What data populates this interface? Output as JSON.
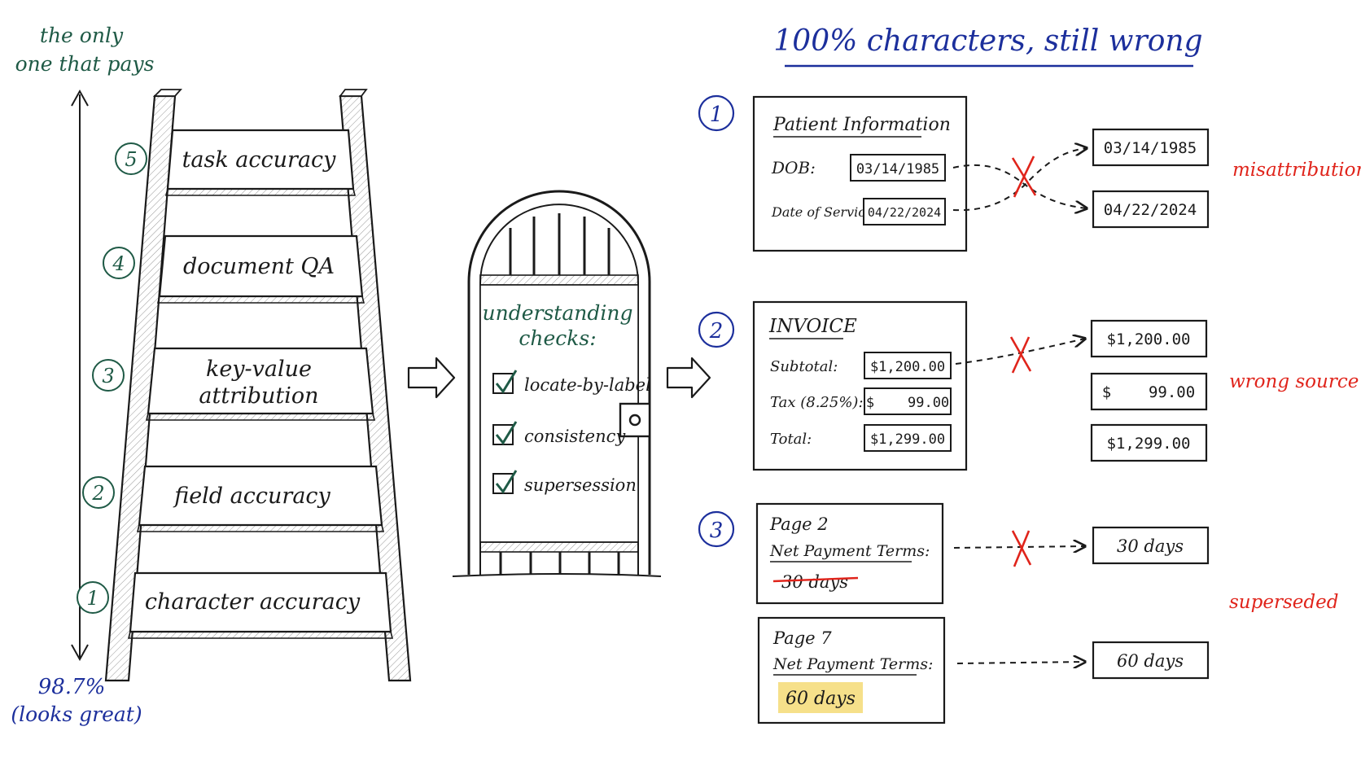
{
  "colors": {
    "ink": "#1a1a1a",
    "green": "#1f5a46",
    "blue": "#1c2f9c",
    "red": "#e0241b",
    "highlight": "#f6e08a"
  },
  "ladder": {
    "top_note_line1": "the only",
    "top_note_line2": "one that pays",
    "bottom_note_line1": "98.7%",
    "bottom_note_line2": "(looks great)",
    "rungs": [
      {
        "num": "5",
        "line1": "task accuracy",
        "line2": ""
      },
      {
        "num": "4",
        "line1": "document QA",
        "line2": ""
      },
      {
        "num": "3",
        "line1": "key-value",
        "line2": "attribution"
      },
      {
        "num": "2",
        "line1": "field accuracy",
        "line2": ""
      },
      {
        "num": "1",
        "line1": "character accuracy",
        "line2": ""
      }
    ]
  },
  "gate": {
    "title_line1": "understanding",
    "title_line2": "checks:",
    "checks": [
      "locate-by-label",
      "consistency",
      "supersession"
    ]
  },
  "heading": "100% characters, still wrong",
  "examples": {
    "ex1": {
      "num": "1",
      "card_title": "Patient Information",
      "dob_label": "DOB:",
      "dob_value": "03/14/1985",
      "dos_label": "Date of Service:",
      "dos_value": "04/22/2024",
      "out_top": "03/14/1985",
      "out_bottom": "04/22/2024",
      "tag": "misattribution"
    },
    "ex2": {
      "num": "2",
      "card_title": "INVOICE",
      "subtotal_label": "Subtotal:",
      "subtotal_value": "$1,200.00",
      "tax_label": "Tax (8.25%):",
      "tax_value": "$    99.00",
      "total_label": "Total:",
      "total_value": "$1,299.00",
      "out_1": "$1,200.00",
      "out_2": "$    99.00",
      "out_3": "$1,299.00",
      "tag": "wrong source"
    },
    "ex3": {
      "num": "3",
      "page_a": "Page 2",
      "terms_a_label": "Net Payment Terms:",
      "terms_a_value": "30 days",
      "page_b": "Page 7",
      "terms_b_label": "Net Payment Terms:",
      "terms_b_value": "60 days",
      "out_a": "30 days",
      "out_b": "60 days",
      "tag": "superseded"
    }
  }
}
